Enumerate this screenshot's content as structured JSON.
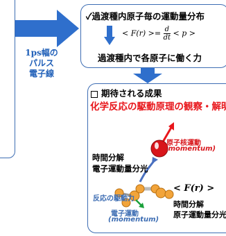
{
  "pulse": {
    "line1": "1ps幅の",
    "line2": "パルス",
    "line3": "電子線"
  },
  "top_box": {
    "line1": "✓過渡種内原子毎の運動量分布",
    "formula_left": "< F(r) >= ",
    "formula_num": "d",
    "formula_den": "dt",
    "formula_right": " < p >",
    "line3": "過渡種内で各原子に働く力"
  },
  "results": {
    "title": "期待される成果",
    "subtitle": "化学反応の駆動原理の観察・解明"
  },
  "diagram": {
    "nucleus_motion": "原子核運動",
    "nucleus_momentum": "(momentum)",
    "force_formula": "< F(r) >",
    "tr_electron_1": "時間分解",
    "tr_electron_2": "電子運動量分光",
    "driving_force": "反応の駆動力",
    "electron_motion": "電子運動",
    "electron_momentum": "(momentum)",
    "tr_nucleus_1": "時間分解",
    "tr_nucleus_2": "原子運動量分光"
  },
  "colors": {
    "accent_blue": "#2f6fcc",
    "frame_blue": "#3d6db3",
    "red": "#e8161b",
    "atom_orange": "#f2a43a"
  }
}
